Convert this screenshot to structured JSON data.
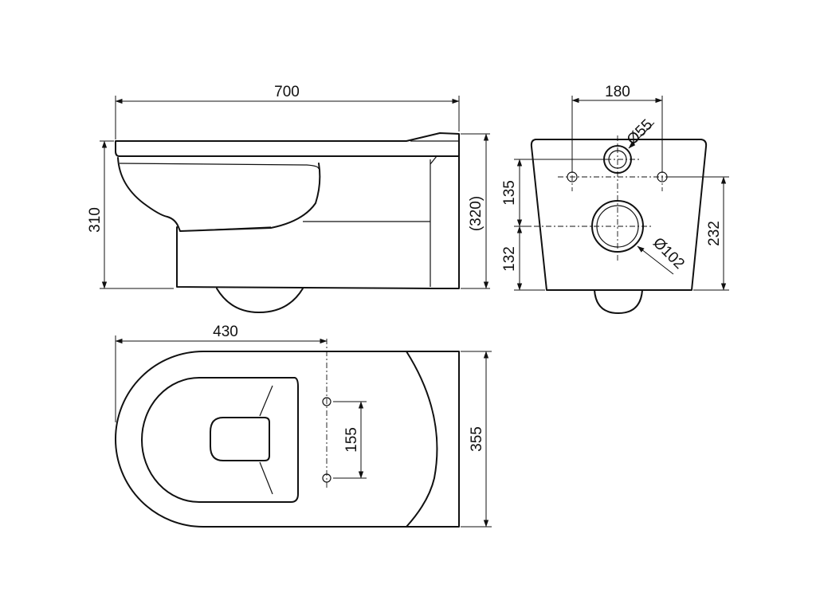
{
  "dimensions": {
    "side_length": "700",
    "side_height": "310",
    "side_total_height": "(320)",
    "outlet_spacing": "180",
    "small_hole_diameter": "Ø55",
    "large_hole_diameter": "Ø102",
    "upper_offset": "135",
    "lower_offset": "132",
    "outlet_height": "232",
    "top_depth": "430",
    "fixing_spacing": "155",
    "top_width": "355"
  }
}
